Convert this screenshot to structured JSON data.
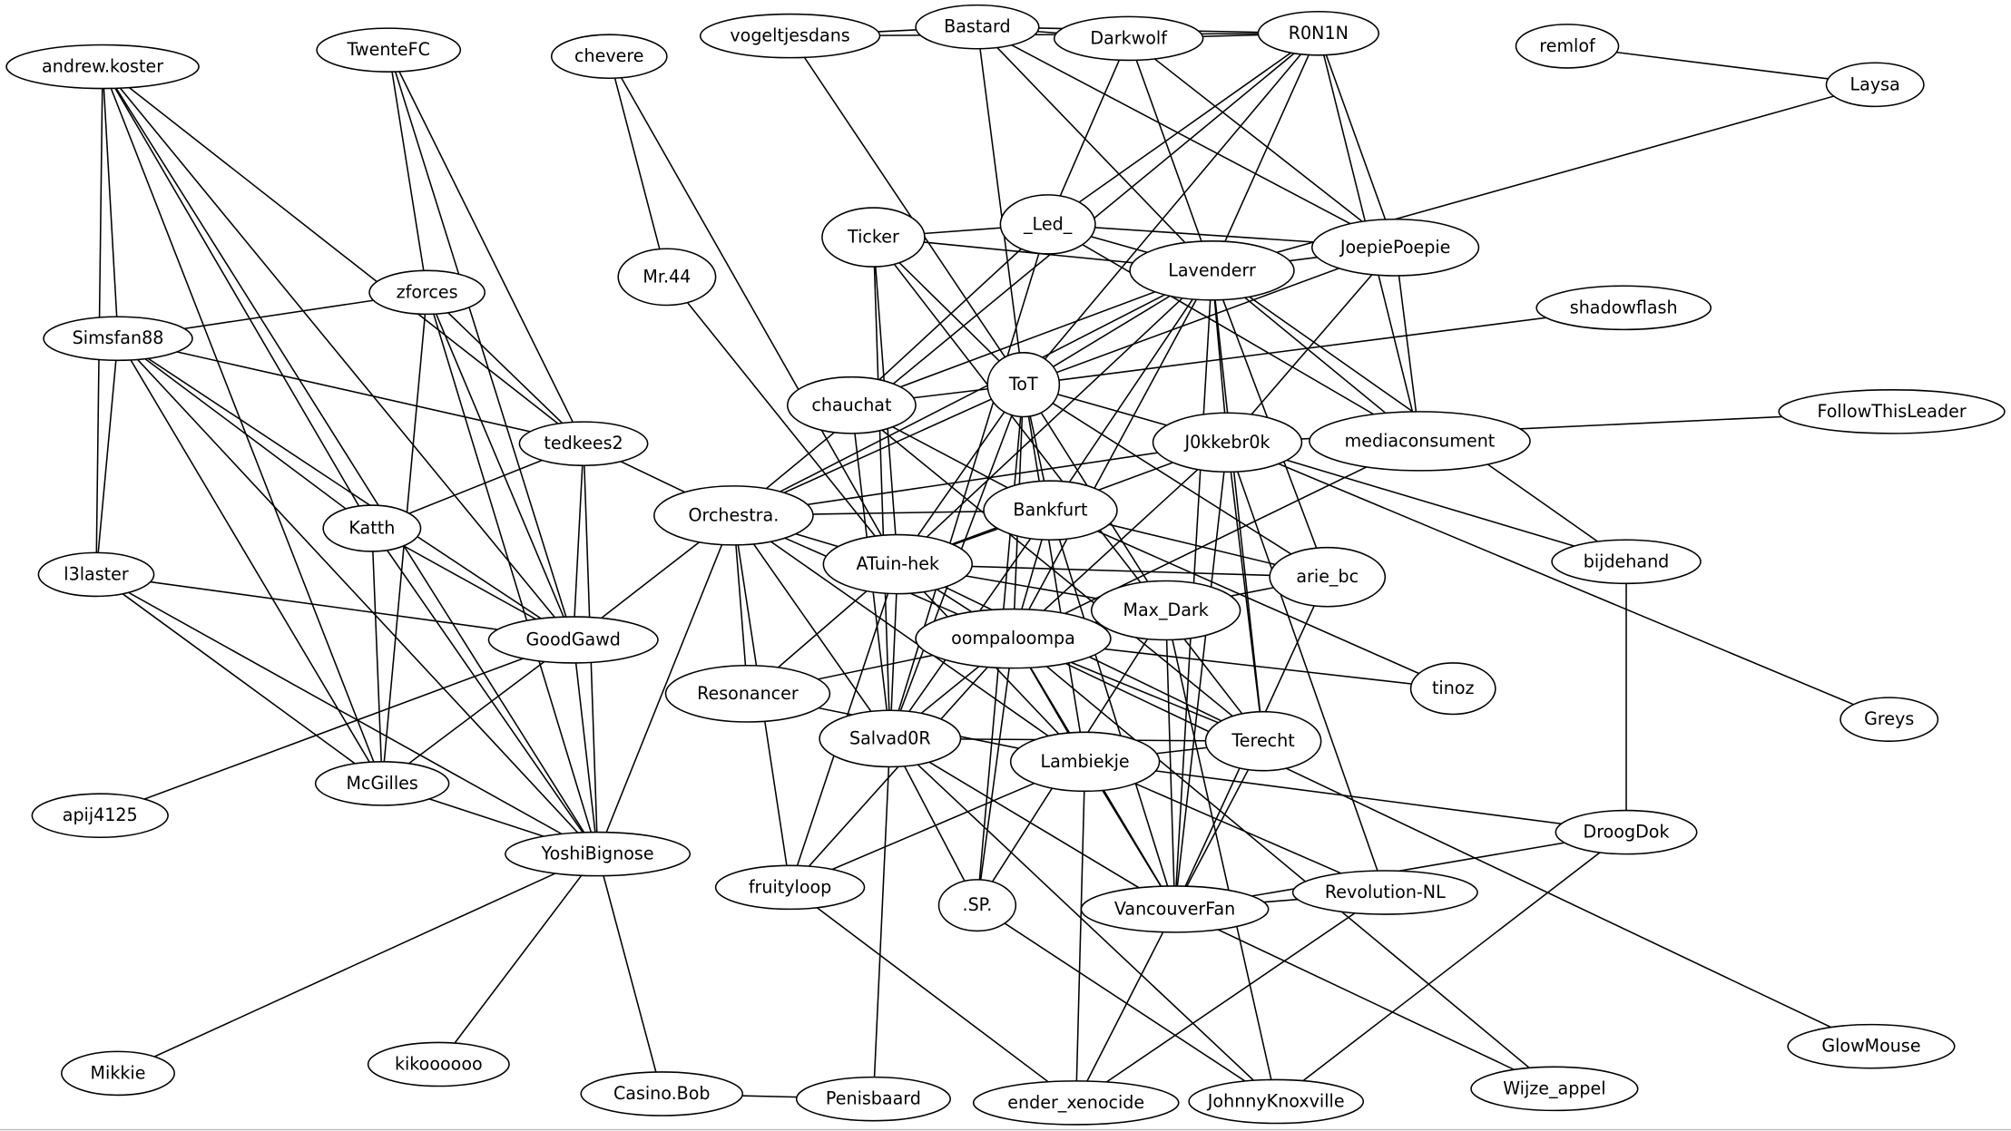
{
  "graph": {
    "type": "undirected-network",
    "nodes": [
      "vogeltjesdans",
      "Bastard",
      "Darkwolf",
      "R0N1N",
      "remlof",
      "Laysa",
      "andrew.koster",
      "TwenteFC",
      "chevere",
      "_Led_",
      "Ticker",
      "JoepiePoepie",
      "Lavenderr",
      "Mr.44",
      "zforces",
      "Simsfan88",
      "shadowflash",
      "ToT",
      "chauchat",
      "J0kkebr0k",
      "mediaconsument",
      "FollowThisLeader",
      "tedkees2",
      "Orchestra.",
      "Bankfurt",
      "Katth",
      "l3laster",
      "ATuin-hek",
      "arie_bc",
      "bijdehand",
      "Max_Dark",
      "oompaloompa",
      "GoodGawd",
      "Resonancer",
      "tinoz",
      "Greys",
      "Salvad0R",
      "Terecht",
      "Lambiekje",
      "McGilles",
      "DroogDok",
      "apij4125",
      "YoshiBignose",
      "fruityloop",
      ".SP.",
      "VancouverFan",
      "Revolution-NL",
      "GlowMouse",
      "Mikkie",
      "kikoooooo",
      "Casino.Bob",
      "Penisbaard",
      "ender_xenocide",
      "JohnnyKnoxville",
      "Wijze_appel"
    ],
    "edges": [
      [
        "vogeltjesdans",
        "Bastard"
      ],
      [
        "vogeltjesdans",
        "R0N1N"
      ],
      [
        "vogeltjesdans",
        "ToT"
      ],
      [
        "Bastard",
        "Darkwolf"
      ],
      [
        "Bastard",
        "R0N1N"
      ],
      [
        "Bastard",
        "ToT"
      ],
      [
        "Bastard",
        "Lavenderr"
      ],
      [
        "Bastard",
        "JoepiePoepie"
      ],
      [
        "Darkwolf",
        "R0N1N"
      ],
      [
        "Darkwolf",
        "_Led_"
      ],
      [
        "Darkwolf",
        "Lavenderr"
      ],
      [
        "Darkwolf",
        "JoepiePoepie"
      ],
      [
        "R0N1N",
        "_Led_"
      ],
      [
        "R0N1N",
        "ToT"
      ],
      [
        "R0N1N",
        "Lavenderr"
      ],
      [
        "R0N1N",
        "JoepiePoepie"
      ],
      [
        "R0N1N",
        "mediaconsument"
      ],
      [
        "R0N1N",
        "Orchestra."
      ],
      [
        "remlof",
        "Laysa"
      ],
      [
        "Laysa",
        "Lavenderr"
      ],
      [
        "andrew.koster",
        "Simsfan88"
      ],
      [
        "andrew.koster",
        "l3laster"
      ],
      [
        "andrew.koster",
        "Katth"
      ],
      [
        "andrew.koster",
        "McGilles"
      ],
      [
        "andrew.koster",
        "GoodGawd"
      ],
      [
        "andrew.koster",
        "YoshiBignose"
      ],
      [
        "andrew.koster",
        "tedkees2"
      ],
      [
        "TwenteFC",
        "zforces"
      ],
      [
        "TwenteFC",
        "tedkees2"
      ],
      [
        "TwenteFC",
        "GoodGawd"
      ],
      [
        "chevere",
        "Mr.44"
      ],
      [
        "chevere",
        "ATuin-hek"
      ],
      [
        "Mr.44",
        "ATuin-hek"
      ],
      [
        "Ticker",
        "_Led_"
      ],
      [
        "Ticker",
        "Lavenderr"
      ],
      [
        "Ticker",
        "ToT"
      ],
      [
        "Ticker",
        "ATuin-hek"
      ],
      [
        "Ticker",
        "Salvad0R"
      ],
      [
        "Ticker",
        "Terecht"
      ],
      [
        "_Led_",
        "Lavenderr"
      ],
      [
        "_Led_",
        "JoepiePoepie"
      ],
      [
        "_Led_",
        "chauchat"
      ],
      [
        "_Led_",
        "Salvad0R"
      ],
      [
        "_Led_",
        "mediaconsument"
      ],
      [
        "Lavenderr",
        "JoepiePoepie"
      ],
      [
        "Lavenderr",
        "ToT"
      ],
      [
        "Lavenderr",
        "J0kkebr0k"
      ],
      [
        "Lavenderr",
        "mediaconsument"
      ],
      [
        "Lavenderr",
        "chauchat"
      ],
      [
        "Lavenderr",
        "Orchestra."
      ],
      [
        "Lavenderr",
        "ATuin-hek"
      ],
      [
        "Lavenderr",
        "oompaloompa"
      ],
      [
        "Lavenderr",
        "Bankfurt"
      ],
      [
        "Lavenderr",
        "VancouverFan"
      ],
      [
        "Lavenderr",
        "Terecht"
      ],
      [
        "Lavenderr",
        "arie_bc"
      ],
      [
        "Lavenderr",
        "bijdehand"
      ],
      [
        "JoepiePoepie",
        "ToT"
      ],
      [
        "JoepiePoepie",
        "J0kkebr0k"
      ],
      [
        "JoepiePoepie",
        "mediaconsument"
      ],
      [
        "zforces",
        "Simsfan88"
      ],
      [
        "zforces",
        "tedkees2"
      ],
      [
        "zforces",
        "GoodGawd"
      ],
      [
        "zforces",
        "McGilles"
      ],
      [
        "zforces",
        "YoshiBignose"
      ],
      [
        "Simsfan88",
        "tedkees2"
      ],
      [
        "Simsfan88",
        "Katth"
      ],
      [
        "Simsfan88",
        "GoodGawd"
      ],
      [
        "Simsfan88",
        "l3laster"
      ],
      [
        "Simsfan88",
        "McGilles"
      ],
      [
        "Simsfan88",
        "YoshiBignose"
      ],
      [
        "shadowflash",
        "ToT"
      ],
      [
        "ToT",
        "chauchat"
      ],
      [
        "ToT",
        "J0kkebr0k"
      ],
      [
        "ToT",
        "Bankfurt"
      ],
      [
        "ToT",
        "ATuin-hek"
      ],
      [
        "ToT",
        "Salvad0R"
      ],
      [
        "ToT",
        "oompaloompa"
      ],
      [
        "ToT",
        "Max_Dark"
      ],
      [
        "ToT",
        "arie_bc"
      ],
      [
        "ToT",
        "Orchestra."
      ],
      [
        "ToT",
        "Lambiekje"
      ],
      [
        "ToT",
        ".SP."
      ],
      [
        "chauchat",
        "Bankfurt"
      ],
      [
        "chauchat",
        "Salvad0R"
      ],
      [
        "chauchat",
        "Terecht"
      ],
      [
        "J0kkebr0k",
        "FollowThisLeader"
      ],
      [
        "J0kkebr0k",
        "Orchestra."
      ],
      [
        "J0kkebr0k",
        "bijdehand"
      ],
      [
        "J0kkebr0k",
        "Greys"
      ],
      [
        "J0kkebr0k",
        "oompaloompa"
      ],
      [
        "J0kkebr0k",
        "Terecht"
      ],
      [
        "J0kkebr0k",
        "VancouverFan"
      ],
      [
        "J0kkebr0k",
        "Revolution-NL"
      ],
      [
        "J0kkebr0k",
        "ATuin-hek"
      ],
      [
        "mediaconsument",
        "oompaloompa"
      ],
      [
        "tedkees2",
        "Katth"
      ],
      [
        "tedkees2",
        "Orchestra."
      ],
      [
        "tedkees2",
        "GoodGawd"
      ],
      [
        "tedkees2",
        "YoshiBignose"
      ],
      [
        "Orchestra.",
        "Bankfurt"
      ],
      [
        "Orchestra.",
        "ATuin-hek"
      ],
      [
        "Orchestra.",
        "GoodGawd"
      ],
      [
        "Orchestra.",
        "Resonancer"
      ],
      [
        "Orchestra.",
        "YoshiBignose"
      ],
      [
        "Orchestra.",
        "oompaloompa"
      ],
      [
        "Orchestra.",
        "Salvad0R"
      ],
      [
        "Orchestra.",
        "fruityloop"
      ],
      [
        "Orchestra.",
        "Lambiekje"
      ],
      [
        "Bankfurt",
        "ATuin-hek"
      ],
      [
        "Bankfurt",
        "arie_bc"
      ],
      [
        "Bankfurt",
        "tinoz"
      ],
      [
        "Bankfurt",
        "oompaloompa"
      ],
      [
        "Bankfurt",
        "Salvad0R"
      ],
      [
        "Bankfurt",
        "VancouverFan"
      ],
      [
        "Katth",
        "GoodGawd"
      ],
      [
        "Katth",
        "McGilles"
      ],
      [
        "Katth",
        "YoshiBignose"
      ],
      [
        "l3laster",
        "GoodGawd"
      ],
      [
        "l3laster",
        "McGilles"
      ],
      [
        "l3laster",
        "YoshiBignose"
      ],
      [
        "ATuin-hek",
        "arie_bc"
      ],
      [
        "ATuin-hek",
        "Max_Dark"
      ],
      [
        "ATuin-hek",
        "oompaloompa"
      ],
      [
        "ATuin-hek",
        "Resonancer"
      ],
      [
        "ATuin-hek",
        "Salvad0R"
      ],
      [
        "ATuin-hek",
        "Lambiekje"
      ],
      [
        "ATuin-hek",
        "fruityloop"
      ],
      [
        "ATuin-hek",
        "Terecht"
      ],
      [
        "arie_bc",
        "oompaloompa"
      ],
      [
        "arie_bc",
        "VancouverFan"
      ],
      [
        "bijdehand",
        "DroogDok"
      ],
      [
        "Max_Dark",
        "oompaloompa"
      ],
      [
        "Max_Dark",
        ".SP."
      ],
      [
        "Max_Dark",
        "JohnnyKnoxville"
      ],
      [
        "Max_Dark",
        "VancouverFan"
      ],
      [
        "oompaloompa",
        "Resonancer"
      ],
      [
        "oompaloompa",
        "tinoz"
      ],
      [
        "oompaloompa",
        "Salvad0R"
      ],
      [
        "oompaloompa",
        "Terecht"
      ],
      [
        "oompaloompa",
        "Lambiekje"
      ],
      [
        "oompaloompa",
        "fruityloop"
      ],
      [
        "oompaloompa",
        "VancouverFan"
      ],
      [
        "oompaloompa",
        "GlowMouse"
      ],
      [
        "oompaloompa",
        "Wijze_appel"
      ],
      [
        "oompaloompa",
        ".SP."
      ],
      [
        "GoodGawd",
        "McGilles"
      ],
      [
        "GoodGawd",
        "apij4125"
      ],
      [
        "GoodGawd",
        "YoshiBignose"
      ],
      [
        "Resonancer",
        "Lambiekje"
      ],
      [
        "Salvad0R",
        "Terecht"
      ],
      [
        "Salvad0R",
        ".SP."
      ],
      [
        "Salvad0R",
        "VancouverFan"
      ],
      [
        "Salvad0R",
        "JohnnyKnoxville"
      ],
      [
        "Salvad0R",
        "Penisbaard"
      ],
      [
        "Terecht",
        "Lambiekje"
      ],
      [
        "Terecht",
        "VancouverFan"
      ],
      [
        "Lambiekje",
        "DroogDok"
      ],
      [
        "Lambiekje",
        "Revolution-NL"
      ],
      [
        "Lambiekje",
        "fruityloop"
      ],
      [
        "Lambiekje",
        "VancouverFan"
      ],
      [
        "Lambiekje",
        "ender_xenocide"
      ],
      [
        "McGilles",
        "YoshiBignose"
      ],
      [
        "DroogDok",
        "VancouverFan"
      ],
      [
        "DroogDok",
        "JohnnyKnoxville"
      ],
      [
        "YoshiBignose",
        "Mikkie"
      ],
      [
        "YoshiBignose",
        "kikoooooo"
      ],
      [
        "YoshiBignose",
        "Casino.Bob"
      ],
      [
        "fruityloop",
        "ender_xenocide"
      ],
      [
        ".SP.",
        "JohnnyKnoxville"
      ],
      [
        "VancouverFan",
        "Revolution-NL"
      ],
      [
        "VancouverFan",
        "Wijze_appel"
      ],
      [
        "VancouverFan",
        "ender_xenocide"
      ],
      [
        "Revolution-NL",
        "ender_xenocide"
      ],
      [
        "Casino.Bob",
        "Penisbaard"
      ]
    ]
  }
}
